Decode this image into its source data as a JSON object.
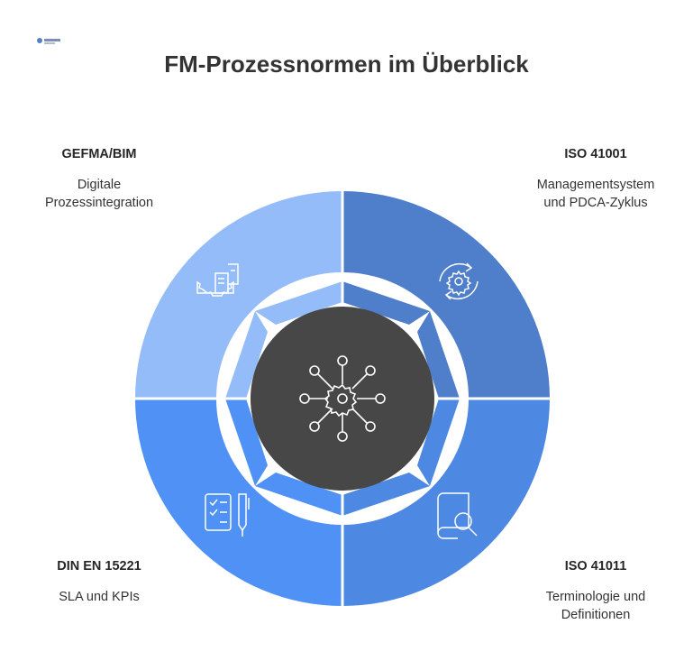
{
  "title": "FM-Prozessnormen im Überblick",
  "quadrants": [
    {
      "id": "top-left",
      "heading": "GEFMA/BIM",
      "description": "Digitale\nProzessintegration",
      "color": "#93bcf9",
      "icon": "gear-documents-icon"
    },
    {
      "id": "top-right",
      "heading": "ISO 41001",
      "description": "Managementsystem\nund PDCA-Zyklus",
      "color": "#4f7ecb",
      "icon": "gear-cycle-icon"
    },
    {
      "id": "bottom-left",
      "heading": "DIN EN 15221",
      "description": "SLA und KPIs",
      "color": "#4f91f5",
      "icon": "checklist-pen-icon"
    },
    {
      "id": "bottom-right",
      "heading": "ISO 41011",
      "description": "Terminologie und\nDefinitionen",
      "color": "#4d88e2",
      "icon": "book-search-icon"
    }
  ],
  "center": {
    "icon": "gear-network-icon",
    "color": "#474747"
  }
}
